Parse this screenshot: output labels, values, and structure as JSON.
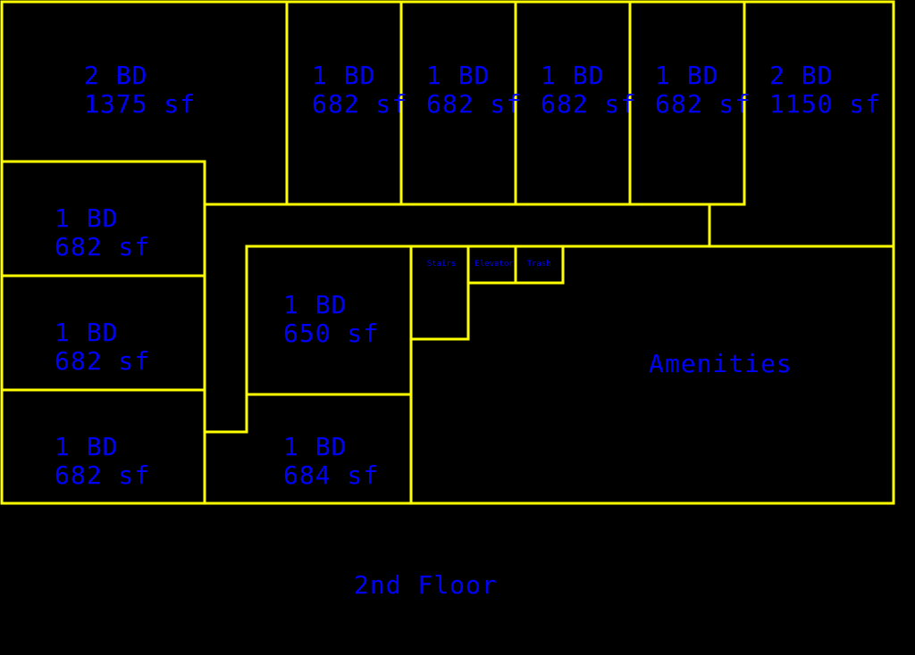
{
  "colors": {
    "background": "#000000",
    "walls": "#ffff00",
    "text": "#0000ff"
  },
  "floor_label": "2nd Floor",
  "units": [
    {
      "id": "u1",
      "beds": "2 BD",
      "area": "1375 sf"
    },
    {
      "id": "u2",
      "beds": "1 BD",
      "area": "682 sf"
    },
    {
      "id": "u3",
      "beds": "1 BD",
      "area": "682 sf"
    },
    {
      "id": "u4",
      "beds": "1 BD",
      "area": "682 sf"
    },
    {
      "id": "u5",
      "beds": "1 BD",
      "area": "682 sf"
    },
    {
      "id": "u6",
      "beds": "2 BD",
      "area": "1150 sf"
    },
    {
      "id": "u7",
      "beds": "1 BD",
      "area": "682 sf"
    },
    {
      "id": "u8",
      "beds": "1 BD",
      "area": "682 sf"
    },
    {
      "id": "u9",
      "beds": "1 BD",
      "area": "682 sf"
    },
    {
      "id": "u10",
      "beds": "1 BD",
      "area": "650 sf"
    },
    {
      "id": "u11",
      "beds": "1 BD",
      "area": "684 sf"
    }
  ],
  "service": {
    "stairs": "Stairs",
    "elevator": "Elevator",
    "trash": "Trash"
  },
  "amenities": "Amenities"
}
